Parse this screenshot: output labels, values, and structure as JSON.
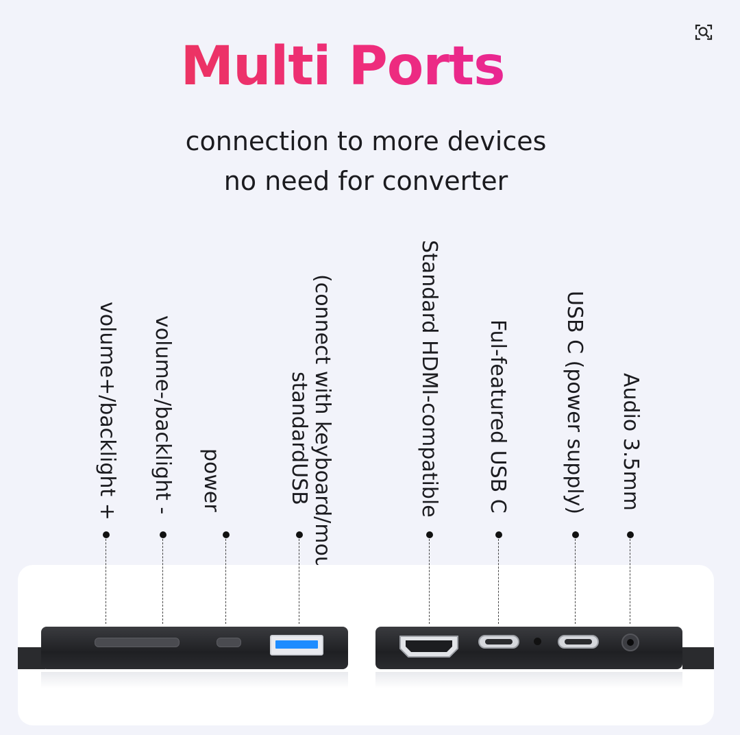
{
  "title": "Multi Ports",
  "subtitle": {
    "line1": "connection to more devices",
    "line2": "no need for converter"
  },
  "ports": [
    {
      "label": "volume+/backlight +"
    },
    {
      "label": "volume-/backlight -"
    },
    {
      "label": "power"
    },
    {
      "label_line1": "(connect with keyboard/mouse)",
      "label_line2": "standardUSB"
    },
    {
      "label": "Standard HDMI-compatible"
    },
    {
      "label": "Ful-featured USB C"
    },
    {
      "label": "USB C (power supply)"
    },
    {
      "label": "Audio 3.5mm"
    }
  ],
  "icons": {
    "lens": "visual-search-icon"
  },
  "colors": {
    "title_gradient_start": "#ea3a4c",
    "title_gradient_end": "#e11fb0",
    "usb_a_blue": "#1e8cff",
    "device_body": "#2a2b2e",
    "background": "#f2f3fa"
  }
}
